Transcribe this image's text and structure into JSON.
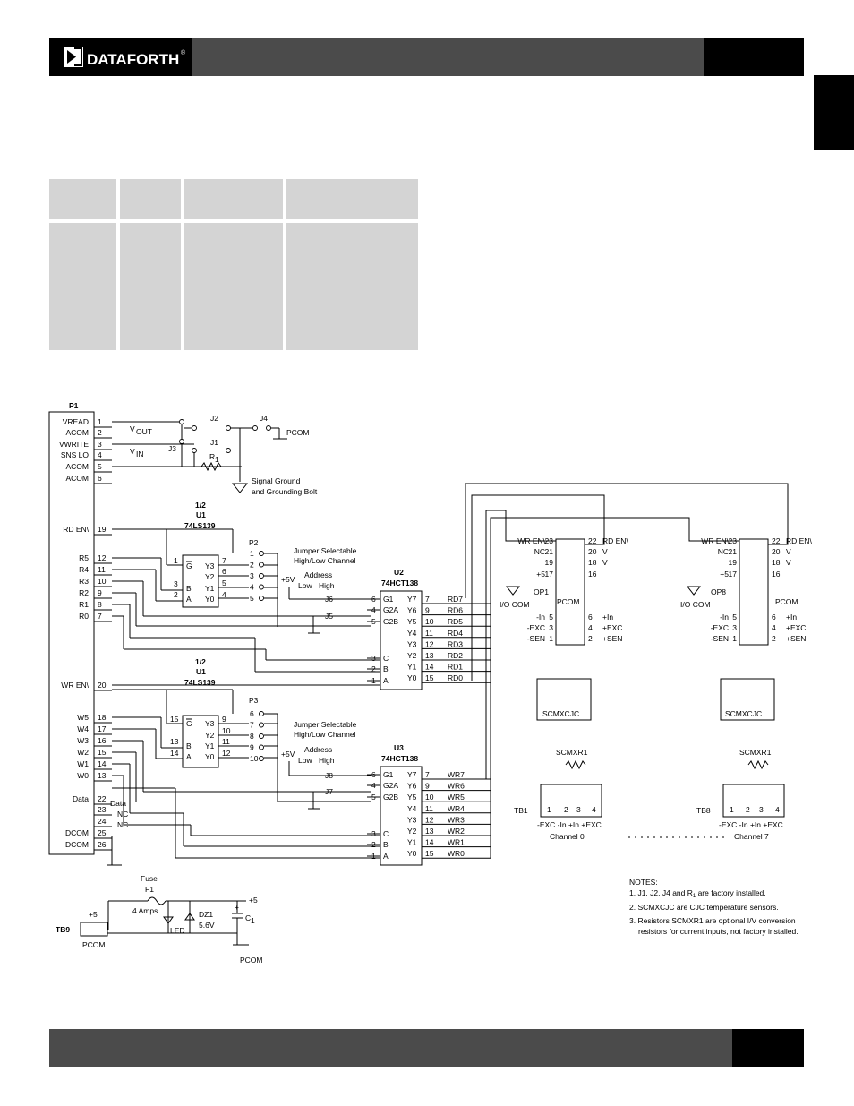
{
  "header": {
    "brand": "DATAFORTH",
    "registered": "®"
  },
  "schematic": {
    "p1": {
      "title": "P1",
      "pins": [
        {
          "name": "VREAD",
          "num": "1"
        },
        {
          "name": "ACOM",
          "num": "2"
        },
        {
          "name": "VWRITE",
          "num": "3"
        },
        {
          "name": "SNS LO",
          "num": "4"
        },
        {
          "name": "ACOM",
          "num": "5"
        },
        {
          "name": "ACOM",
          "num": "6"
        },
        {
          "name": "RD EN\\",
          "num": "19"
        },
        {
          "name": "R5",
          "num": "12"
        },
        {
          "name": "R4",
          "num": "11"
        },
        {
          "name": "R3",
          "num": "10"
        },
        {
          "name": "R2",
          "num": "9"
        },
        {
          "name": "R1",
          "num": "8"
        },
        {
          "name": "R0",
          "num": "7"
        },
        {
          "name": "WR EN\\",
          "num": "20"
        },
        {
          "name": "W5",
          "num": "18"
        },
        {
          "name": "W4",
          "num": "17"
        },
        {
          "name": "W3",
          "num": "16"
        },
        {
          "name": "W2",
          "num": "15"
        },
        {
          "name": "W1",
          "num": "14"
        },
        {
          "name": "W0",
          "num": "13"
        },
        {
          "name": "Data",
          "num": "22"
        },
        {
          "name": "",
          "num": "23"
        },
        {
          "name": "",
          "num": "24"
        },
        {
          "name": "DCOM",
          "num": "25"
        },
        {
          "name": "DCOM",
          "num": "26"
        }
      ]
    },
    "vout": "V",
    "vout_sub": "OUT",
    "vin": "V",
    "vin_sub": "IN",
    "j2": "J2",
    "j4": "J4",
    "j3": "J3",
    "j1": "J1",
    "r1": "R",
    "r1_sub": "1",
    "pcom": "PCOM",
    "signal_ground": "Signal Ground",
    "grounding_bolt": "and Grounding Bolt",
    "data_label": "Data",
    "nc": "NC",
    "u1a": {
      "half": "1/2",
      "name": "U1",
      "part": "74LS139",
      "pins_in": [
        "1",
        "3",
        "2"
      ],
      "pins_out": [
        "7",
        "6",
        "5",
        "4"
      ],
      "g": "G",
      "b": "B",
      "a": "A",
      "y3": "Y3",
      "y2": "Y2",
      "y1": "Y1",
      "y0": "Y0"
    },
    "u1b": {
      "half": "1/2",
      "name": "U1",
      "part": "74LS139",
      "pins_in": [
        "15",
        "13",
        "14"
      ],
      "pins_out": [
        "9",
        "10",
        "11",
        "12"
      ]
    },
    "p2": {
      "title": "P2",
      "pins": [
        "1",
        "2",
        "3",
        "4",
        "5"
      ]
    },
    "p3": {
      "title": "P3",
      "pins": [
        "6",
        "7",
        "8",
        "9",
        "10"
      ]
    },
    "jumper_selectable": "Jumper Selectable",
    "high_low": "High/Low Channel",
    "address": "Address",
    "low": "Low",
    "high": "High",
    "plus5v": "+5V",
    "j6": "J6",
    "j5": "J5",
    "j8": "J8",
    "j7": "J7",
    "u2": {
      "name": "U2",
      "part": "74HCT138",
      "in_pins": [
        "6",
        "4",
        "5",
        "3",
        "2",
        "1"
      ],
      "in_names": [
        "G1",
        "G2A",
        "G2B",
        "C",
        "B",
        "A"
      ],
      "outs": [
        {
          "y": "Y7",
          "pin": "7",
          "sig": "RD7"
        },
        {
          "y": "Y6",
          "pin": "9",
          "sig": "RD6"
        },
        {
          "y": "Y5",
          "pin": "10",
          "sig": "RD5"
        },
        {
          "y": "Y4",
          "pin": "11",
          "sig": "RD4"
        },
        {
          "y": "Y3",
          "pin": "12",
          "sig": "RD3"
        },
        {
          "y": "Y2",
          "pin": "13",
          "sig": "RD2"
        },
        {
          "y": "Y1",
          "pin": "14",
          "sig": "RD1"
        },
        {
          "y": "Y0",
          "pin": "15",
          "sig": "RD0"
        }
      ]
    },
    "u3": {
      "name": "U3",
      "part": "74HCT138",
      "outs": [
        {
          "y": "Y7",
          "pin": "7",
          "sig": "WR7"
        },
        {
          "y": "Y6",
          "pin": "9",
          "sig": "WR6"
        },
        {
          "y": "Y5",
          "pin": "10",
          "sig": "WR5"
        },
        {
          "y": "Y4",
          "pin": "11",
          "sig": "WR4"
        },
        {
          "y": "Y3",
          "pin": "12",
          "sig": "WR3"
        },
        {
          "y": "Y2",
          "pin": "13",
          "sig": "WR2"
        },
        {
          "y": "Y1",
          "pin": "14",
          "sig": "WR1"
        },
        {
          "y": "Y0",
          "pin": "15",
          "sig": "WR0"
        }
      ]
    },
    "op1": {
      "name": "OP1",
      "left": [
        {
          "n": "WR EN\\",
          "p": "23"
        },
        {
          "n": "NC",
          "p": "21"
        },
        {
          "n": "",
          "p": "19"
        },
        {
          "n": "+5",
          "p": "17"
        },
        {
          "n": "-In",
          "p": "5"
        },
        {
          "n": "-EXC",
          "p": "3"
        },
        {
          "n": "-SEN",
          "p": "1"
        }
      ],
      "right": [
        {
          "p": "22",
          "n": "RD EN\\"
        },
        {
          "p": "20",
          "n": "V"
        },
        {
          "p": "18",
          "n": "V"
        },
        {
          "p": "16",
          "n": "PCOM"
        },
        {
          "p": "6",
          "n": "+In"
        },
        {
          "p": "4",
          "n": "+EXC"
        },
        {
          "p": "2",
          "n": "+SEN"
        }
      ],
      "io_com": "I/O COM",
      "cjc": "SCMXCJC",
      "r": "SCMXR1",
      "tb": "TB1",
      "tb_pins": [
        "1",
        "2",
        "3",
        "4"
      ],
      "tb_names": "-EXC  -In +In +EXC",
      "channel": "Channel 0"
    },
    "op8": {
      "name": "OP8",
      "tb": "TB8",
      "channel": "Channel 7"
    },
    "power": {
      "fuse": "Fuse",
      "f1": "F1",
      "amps": "4 Amps",
      "dz1": "DZ1",
      "v56": "5.6V",
      "plus": "+5",
      "c1": "C",
      "c1_sub": "1",
      "led": "LED",
      "tb9": "TB9",
      "plus5": "+5",
      "pcom": "PCOM",
      "plus_sign": "+"
    },
    "notes": {
      "title": "NOTES:",
      "n1": "1. J1, J2, J4 and R",
      "n1_sub": "1",
      "n1_rest": " are factory installed.",
      "n2": "2. SCMXCJC are CJC temperature sensors.",
      "n3a": "3. Resistors SCMXR1 are optional I/V conversion",
      "n3b": "resistors for current inputs, not factory installed."
    }
  }
}
